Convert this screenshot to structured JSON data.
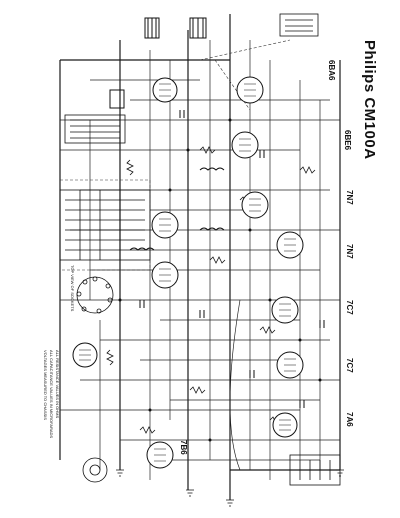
{
  "schematic": {
    "title": "Philips CM100A",
    "tubes": [
      "6BA6",
      "6BE6",
      "7N7",
      "7N7",
      "7C7",
      "7C7",
      "7A6",
      "7B6"
    ],
    "note_lines": [
      "ALL RESISTANCE VALUES IN OHMS",
      "ALL CAPACITANCE VALUES IN MICROFARADS",
      "VOLTAGES MEASURED TO CHASSIS"
    ],
    "socket_label": "TOP VIEW OF SOCKETS",
    "colors": {
      "ink": "#1a1a1a",
      "paper": "#ffffff"
    }
  }
}
